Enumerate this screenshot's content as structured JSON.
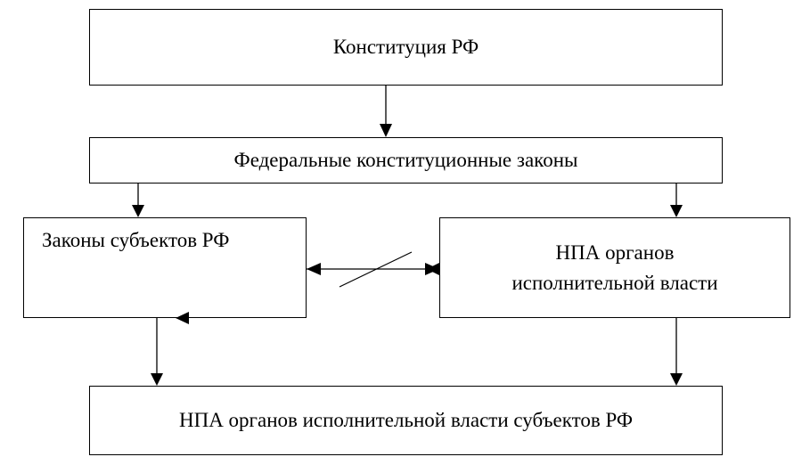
{
  "nodes": {
    "constitution": "Конституция РФ",
    "federal_constitutional_laws": "Федеральные конституционные законы",
    "regional_laws": "Законы субъектов РФ",
    "federal_executive_acts": [
      "НПА органов",
      "исполнительной власти"
    ],
    "regional_executive_acts": "НПА органов исполнительной власти субъектов  РФ"
  },
  "edges": [
    {
      "from": "constitution",
      "to": "federal_constitutional_laws"
    },
    {
      "from": "federal_constitutional_laws",
      "to": "regional_laws"
    },
    {
      "from": "federal_constitutional_laws",
      "to": "federal_executive_acts"
    },
    {
      "from": "regional_laws",
      "to": "federal_executive_acts",
      "bidirectional": true,
      "crossed": true
    },
    {
      "from": "regional_laws",
      "to": "regional_executive_acts"
    },
    {
      "from": "federal_executive_acts",
      "to": "regional_executive_acts"
    }
  ],
  "colors": {
    "line": "#000000",
    "background": "#ffffff"
  }
}
